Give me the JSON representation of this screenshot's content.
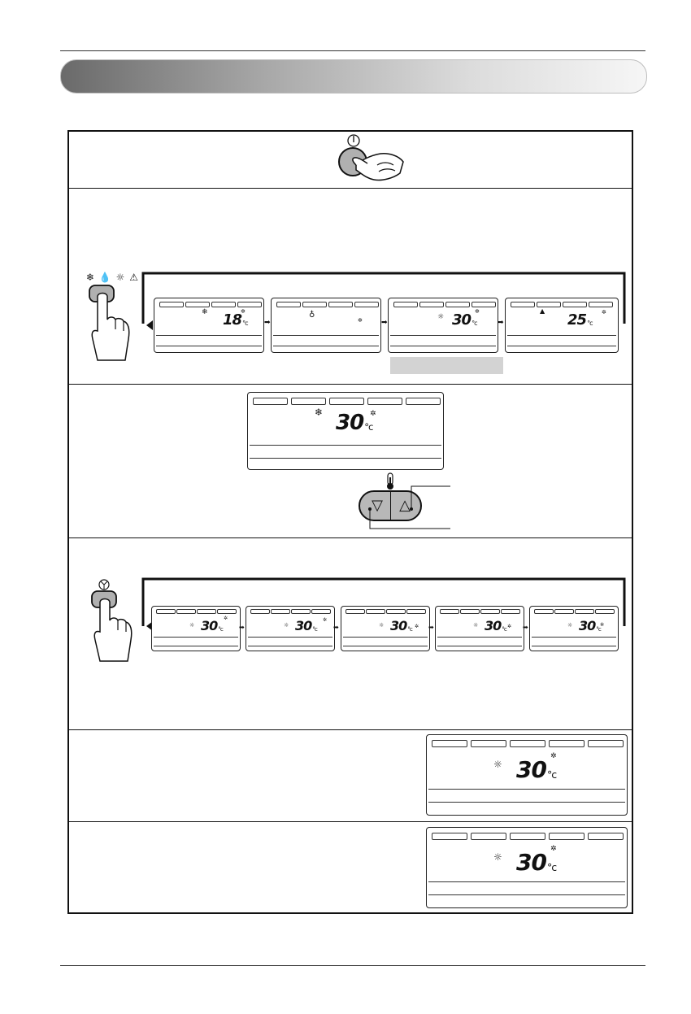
{
  "banner": {
    "title": ""
  },
  "power": {
    "icon": "power-icon"
  },
  "mode_section": {
    "button_icons": "❄ 💧 ☼ ⚠",
    "displays": [
      {
        "mode_icon": "snowflake-icon",
        "temp": "18",
        "unit": "°c"
      },
      {
        "mode_icon": "droplet-icon",
        "temp": "",
        "unit": ""
      },
      {
        "mode_icon": "sun-icon",
        "temp": "30",
        "unit": "°c"
      },
      {
        "mode_icon": "auto-icon",
        "temp": "25",
        "unit": "°c"
      }
    ],
    "highlight_label": ""
  },
  "temp_section": {
    "display": {
      "mode_icon": "snowflake-icon",
      "temp": "30",
      "unit": "°c"
    },
    "down_label": "▽",
    "up_label": "△"
  },
  "fan_section": {
    "displays": [
      {
        "temp": "30",
        "unit": "°c"
      },
      {
        "temp": "30",
        "unit": "°c"
      },
      {
        "temp": "30",
        "unit": "°c"
      },
      {
        "temp": "30",
        "unit": "°c"
      },
      {
        "temp": "30",
        "unit": "°c"
      }
    ]
  },
  "bottom_displays": [
    {
      "temp": "30",
      "unit": "°c"
    },
    {
      "temp": "30",
      "unit": "°c"
    }
  ]
}
